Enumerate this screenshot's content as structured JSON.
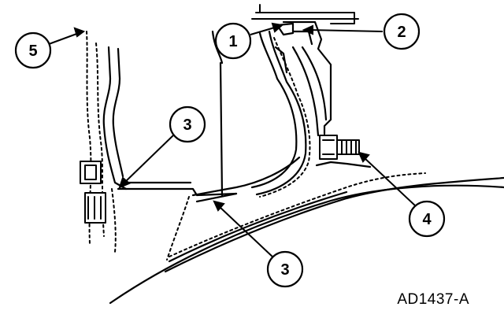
{
  "diagram": {
    "callouts": [
      {
        "id": "c1",
        "label": "1"
      },
      {
        "id": "c2",
        "label": "2"
      },
      {
        "id": "c3a",
        "label": "3"
      },
      {
        "id": "c3b",
        "label": "3"
      },
      {
        "id": "c4",
        "label": "4"
      },
      {
        "id": "c5",
        "label": "5"
      }
    ],
    "figure_id": "AD1437-A",
    "colors": {
      "line": "#000000",
      "background": "#ffffff"
    }
  }
}
